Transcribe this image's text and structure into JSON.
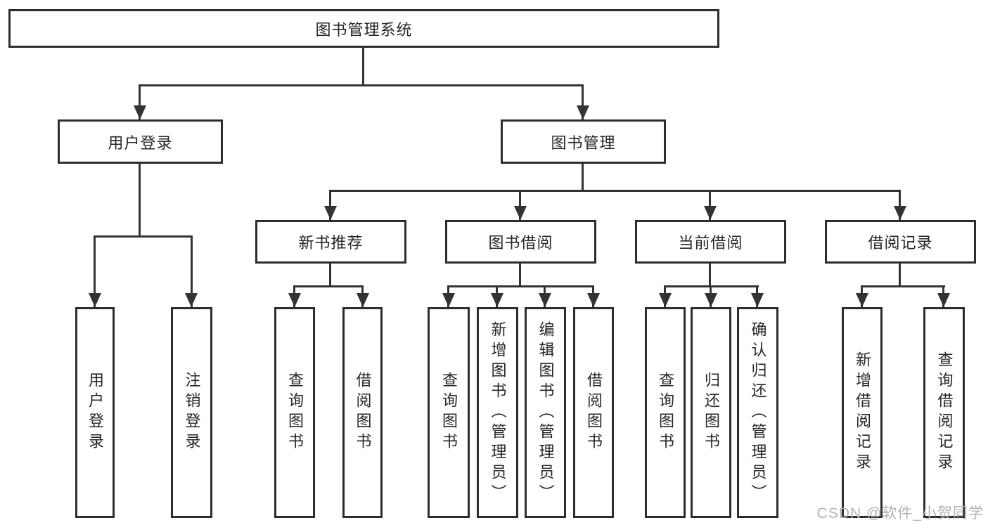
{
  "diagram": {
    "type": "tree",
    "root": {
      "label": "图书管理系统"
    },
    "branches": [
      {
        "label": "用户登录",
        "children": [
          {
            "label": "用户登录"
          },
          {
            "label": "注销登录"
          }
        ]
      },
      {
        "label": "图书管理",
        "children": [
          {
            "label": "新书推荐",
            "children": [
              {
                "label": "查询图书"
              },
              {
                "label": "借阅图书"
              }
            ]
          },
          {
            "label": "图书借阅",
            "children": [
              {
                "label": "查询图书"
              },
              {
                "label": "新增图书（管理员）"
              },
              {
                "label": "编辑图书（管理员）"
              },
              {
                "label": "借阅图书"
              }
            ]
          },
          {
            "label": "当前借阅",
            "children": [
              {
                "label": "查询图书"
              },
              {
                "label": "归还图书"
              },
              {
                "label": "确认归还（管理员）"
              }
            ]
          },
          {
            "label": "借阅记录",
            "children": [
              {
                "label": "新增借阅记录"
              },
              {
                "label": "查询借阅记录"
              }
            ]
          }
        ]
      }
    ]
  },
  "watermark": {
    "text": "CSDN @软件_小贺同学",
    "color": "#b3b3b3"
  },
  "colors": {
    "line": "#333333",
    "border": "#2d2d2d",
    "text": "#262626",
    "background": "#ffffff",
    "watermark": "#b3b3b3"
  }
}
